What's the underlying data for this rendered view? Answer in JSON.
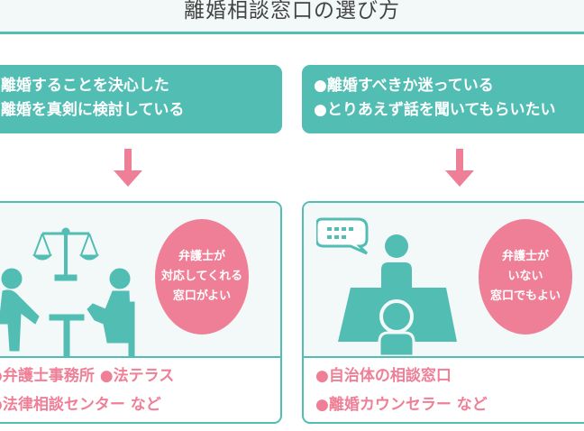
{
  "title": "離婚相談窓口の選び方",
  "colors": {
    "teal": "#52bdb3",
    "pink": "#ef7f96",
    "panel_bg": "#f3f9f9"
  },
  "columns": [
    {
      "conditions": [
        "●離婚することを決心した",
        "●離婚を真剣に検討している"
      ],
      "badge": [
        "弁護士が",
        "対応してくれる",
        "窓口がよい"
      ],
      "places": [
        "●弁護士事務所 ●法テラス",
        "●法律相談センター など"
      ],
      "illustration": "lawyer-consultation-icon"
    },
    {
      "conditions": [
        "●離婚すべきか迷っている",
        "●とりあえず話を聞いてもらいたい"
      ],
      "badge": [
        "弁護士が",
        "いない",
        "窓口でもよい"
      ],
      "places": [
        "●自治体の相談窓口",
        "●離婚カウンセラー など"
      ],
      "illustration": "counselor-desk-icon"
    }
  ]
}
